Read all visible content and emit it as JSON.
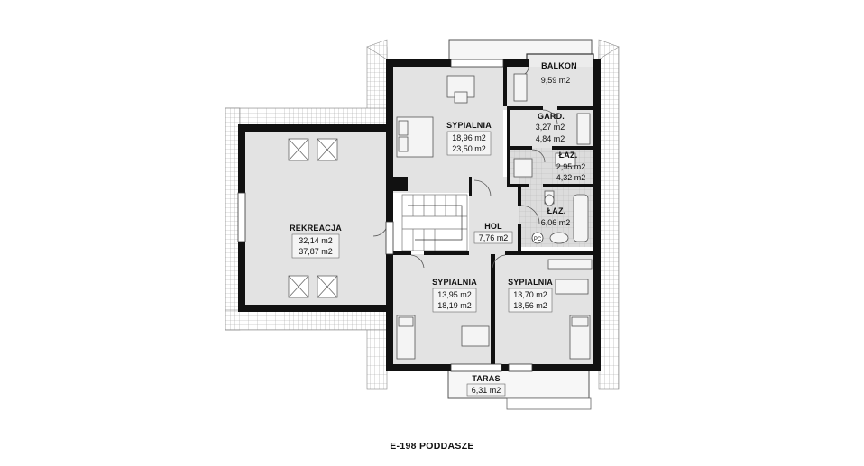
{
  "caption": "E-198 PODDASZE",
  "rooms": {
    "balkon": {
      "name": "BALKON",
      "area1": "9,59 m2"
    },
    "sypialnia_top": {
      "name": "SYPIALNIA",
      "area1": "18,96 m2",
      "area2": "23,50 m2"
    },
    "gard": {
      "name": "GARD.",
      "area1": "3,27 m2",
      "area2": "4,84 m2"
    },
    "laz1": {
      "name": "ŁAZ.",
      "area1": "2,95 m2",
      "area2": "4,32 m2"
    },
    "laz2": {
      "name": "ŁAZ.",
      "area1": "6,06 m2"
    },
    "rekreacja": {
      "name": "REKREACJA",
      "area1": "32,14 m2",
      "area2": "37,87 m2"
    },
    "hol": {
      "name": "HOL",
      "area1": "7,76 m2"
    },
    "sypialnia_left": {
      "name": "SYPIALNIA",
      "area1": "13,95 m2",
      "area2": "18,19 m2"
    },
    "sypialnia_right": {
      "name": "SYPIALNIA",
      "area1": "13,70 m2",
      "area2": "18,56 m2"
    },
    "taras": {
      "name": "TARAS",
      "area1": "6,31 m2"
    }
  },
  "symbols": {
    "boiler": "PC"
  },
  "colors": {
    "wall": "#111111",
    "floor": "#e3e3e3",
    "roof_hatch": "#9a9a9a"
  }
}
